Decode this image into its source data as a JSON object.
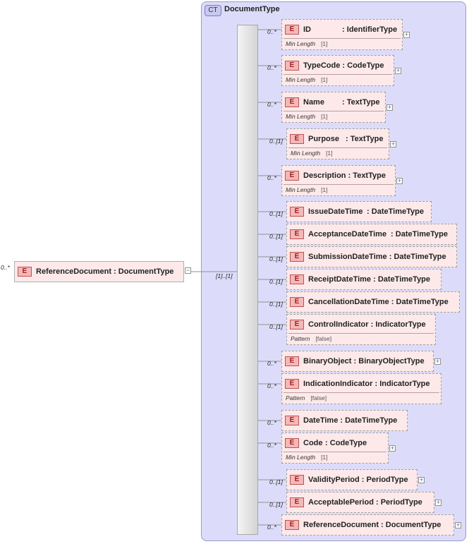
{
  "root": {
    "name": "ReferenceDocument",
    "type": "DocumentType",
    "badge": "E",
    "cardinality": "0..*",
    "sequence_cardinality": "[1]..[1]"
  },
  "complex_type": {
    "badge": "CT",
    "name": "DocumentType"
  },
  "elements": [
    {
      "name": "ID",
      "type": "IdentifierType",
      "cardinality": "0..*",
      "facet_label": "Min Length",
      "facet_value": "[1]",
      "expandable": true
    },
    {
      "name": "TypeCode",
      "type": "CodeType",
      "cardinality": "0..*",
      "facet_label": "Min Length",
      "facet_value": "[1]",
      "expandable": true
    },
    {
      "name": "Name",
      "type": "TextType",
      "cardinality": "0..*",
      "facet_label": "Min Length",
      "facet_value": "[1]",
      "expandable": true
    },
    {
      "name": "Purpose",
      "type": "TextType",
      "cardinality": "0..[1]",
      "facet_label": "Min Length",
      "facet_value": "[1]",
      "expandable": true
    },
    {
      "name": "Description",
      "type": "TextType",
      "cardinality": "0..*",
      "facet_label": "Min Length",
      "facet_value": "[1]",
      "expandable": true
    },
    {
      "name": "IssueDateTime",
      "type": "DateTimeType",
      "cardinality": "0..[1]",
      "expandable": false
    },
    {
      "name": "AcceptanceDateTime",
      "type": "DateTimeType",
      "cardinality": "0..[1]",
      "expandable": false
    },
    {
      "name": "SubmissionDateTime",
      "type": "DateTimeType",
      "cardinality": "0..[1]",
      "expandable": false
    },
    {
      "name": "ReceiptDateTime",
      "type": "DateTimeType",
      "cardinality": "0..[1]",
      "expandable": false
    },
    {
      "name": "CancellationDateTime",
      "type": "DateTimeType",
      "cardinality": "0..[1]",
      "expandable": false
    },
    {
      "name": "ControlIndicator",
      "type": "IndicatorType",
      "cardinality": "0..[1]",
      "facet_label": "Pattern",
      "facet_value": "[false]",
      "expandable": false
    },
    {
      "name": "BinaryObject",
      "type": "BinaryObjectType",
      "cardinality": "0..*",
      "expandable": true
    },
    {
      "name": "IndicationIndicator",
      "type": "IndicatorType",
      "cardinality": "0..*",
      "facet_label": "Pattern",
      "facet_value": "[false]",
      "expandable": false
    },
    {
      "name": "DateTime",
      "type": "DateTimeType",
      "cardinality": "0..*",
      "expandable": false
    },
    {
      "name": "Code",
      "type": "CodeType",
      "cardinality": "0..*",
      "facet_label": "Min Length",
      "facet_value": "[1]",
      "expandable": true
    },
    {
      "name": "ValidityPeriod",
      "type": "PeriodType",
      "cardinality": "0..[1]",
      "expandable": true
    },
    {
      "name": "AcceptablePeriod",
      "type": "PeriodType",
      "cardinality": "0..[1]",
      "expandable": true
    },
    {
      "name": "ReferenceDocument",
      "type": "DocumentType",
      "cardinality": "0..*",
      "expandable": true
    }
  ]
}
